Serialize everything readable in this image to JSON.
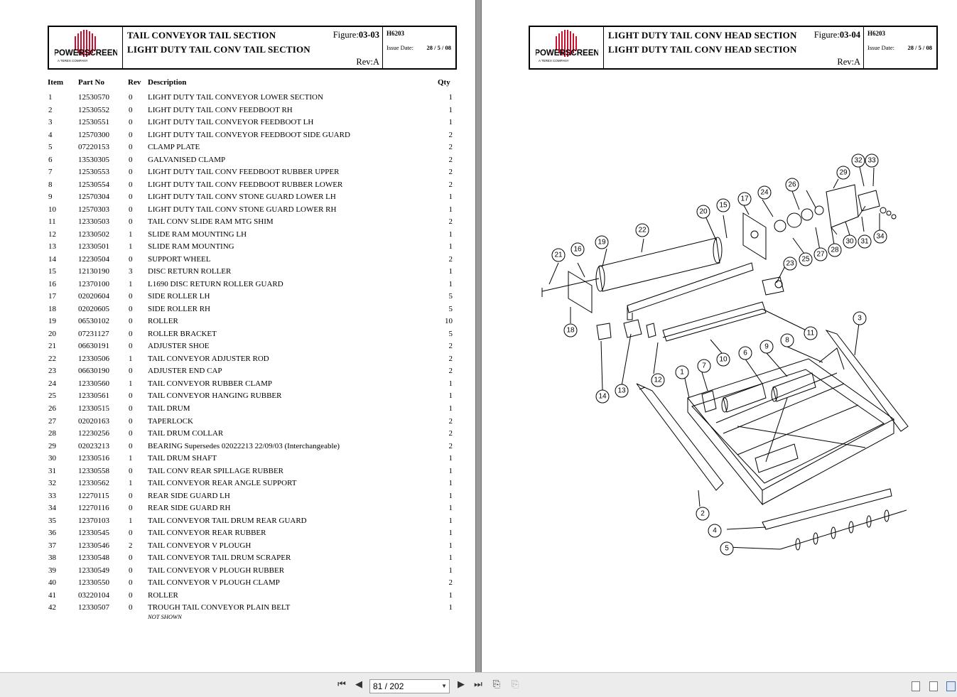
{
  "left": {
    "header": {
      "brand": "POWERSCREEN",
      "brand_sub": "A TEREX COMPANY",
      "title1": "TAIL CONVEYOR TAIL SECTION",
      "title2": "LIGHT DUTY TAIL CONV TAIL SECTION",
      "figure_label": "Figure:",
      "figure_no": "03-03",
      "rev": "Rev:A",
      "code": "H6203",
      "issue_label": "Issue Date:",
      "issue_date": "28 / 5 / 08"
    },
    "table": {
      "headers": {
        "item": "Item",
        "part": "Part No",
        "rev": "Rev",
        "desc": "Description",
        "qty": "Qty"
      },
      "rows": [
        [
          "1",
          "12530570",
          "0",
          "LIGHT DUTY TAIL CONVEYOR LOWER SECTION",
          "1"
        ],
        [
          "2",
          "12530552",
          "0",
          "LIGHT DUTY TAIL CONV FEEDBOOT RH",
          "1"
        ],
        [
          "3",
          "12530551",
          "0",
          "LIGHT DUTY TAIL CONVEYOR FEEDBOOT LH",
          "1"
        ],
        [
          "4",
          "12570300",
          "0",
          "LIGHT DUTY TAIL CONVEYOR FEEDBOOT SIDE GUARD",
          "2"
        ],
        [
          "5",
          "07220153",
          "0",
          "CLAMP PLATE",
          "2"
        ],
        [
          "6",
          "13530305",
          "0",
          "GALVANISED CLAMP",
          "2"
        ],
        [
          "7",
          "12530553",
          "0",
          " LIGHT DUTY TAIL CONV FEEDBOOT RUBBER UPPER",
          "2"
        ],
        [
          "8",
          "12530554",
          "0",
          "LIGHT DUTY TAIL CONV FEEDBOOT RUBBER LOWER",
          "2"
        ],
        [
          "9",
          "12570304",
          "0",
          "LIGHT DUTY TAIL CONV STONE GUARD LOWER LH",
          "1"
        ],
        [
          "10",
          "12570303",
          "0",
          "LIGHT DUTY TAIL CONV STONE GUARD LOWER RH",
          "1"
        ],
        [
          "11",
          "12330503",
          "0",
          "TAIL CONV SLIDE RAM MTG SHIM",
          "2"
        ],
        [
          "12",
          "12330502",
          "1",
          "SLIDE RAM MOUNTING LH",
          "1"
        ],
        [
          "13",
          "12330501",
          "1",
          "SLIDE RAM MOUNTING",
          "1"
        ],
        [
          "14",
          "12230504",
          "0",
          "SUPPORT WHEEL",
          "2"
        ],
        [
          "15",
          "12130190",
          "3",
          "DISC RETURN ROLLER",
          "1"
        ],
        [
          "16",
          "12370100",
          "1",
          "L1690 DISC RETURN ROLLER GUARD",
          "1"
        ],
        [
          "17",
          "02020604",
          "0",
          "SIDE ROLLER LH",
          "5"
        ],
        [
          "18",
          "02020605",
          "0",
          "SIDE ROLLER RH",
          "5"
        ],
        [
          "19",
          "06530102",
          "0",
          "ROLLER",
          "10"
        ],
        [
          "20",
          "07231127",
          "0",
          "ROLLER BRACKET",
          "5"
        ],
        [
          "21",
          "06630191",
          "0",
          "ADJUSTER SHOE",
          "2"
        ],
        [
          "22",
          "12330506",
          "1",
          "TAIL CONVEYOR ADJUSTER ROD",
          "2"
        ],
        [
          "23",
          "06630190",
          "0",
          "ADJUSTER END CAP",
          "2"
        ],
        [
          "24",
          "12330560",
          "1",
          "TAIL CONVEYOR RUBBER CLAMP",
          "1"
        ],
        [
          "25",
          "12330561",
          "0",
          "TAIL CONVEYOR HANGING RUBBER",
          "1"
        ],
        [
          "26",
          "12330515",
          "0",
          "TAIL DRUM",
          "1"
        ],
        [
          "27",
          "02020163",
          "0",
          "TAPERLOCK",
          "2"
        ],
        [
          "28",
          "12230256",
          "0",
          "TAIL DRUM COLLAR",
          "2"
        ],
        [
          "29",
          "02023213",
          "0",
          "BEARING Supersedes 02022213 22/09/03 (Interchangeable)",
          "2"
        ],
        [
          "30",
          "12330516",
          "1",
          "TAIL DRUM SHAFT",
          "1"
        ],
        [
          "31",
          "12330558",
          "0",
          "TAIL CONV REAR SPILLAGE RUBBER",
          "1"
        ],
        [
          "32",
          "12330562",
          "1",
          "TAIL CONVEYOR REAR ANGLE SUPPORT",
          "1"
        ],
        [
          "33",
          "12270115",
          "0",
          "REAR SIDE GUARD LH",
          "1"
        ],
        [
          "34",
          "12270116",
          "0",
          "REAR SIDE GUARD RH",
          "1"
        ],
        [
          "35",
          "12370103",
          "1",
          "TAIL CONVEYOR TAIL DRUM REAR GUARD",
          "1"
        ],
        [
          "36",
          "12330545",
          "0",
          "TAIL CONVEYOR REAR RUBBER",
          "1"
        ],
        [
          "37",
          "12330546",
          "2",
          "TAIL CONVEYOR V PLOUGH",
          "1"
        ],
        [
          "38",
          "12330548",
          "0",
          "TAIL CONVEYOR TAIL DRUM SCRAPER",
          "1"
        ],
        [
          "39",
          "12330549",
          "0",
          "TAIL CONVEYOR V PLOUGH RUBBER",
          "1"
        ],
        [
          "40",
          "12330550",
          "0",
          "TAIL CONVEYOR V PLOUGH CLAMP",
          "2"
        ],
        [
          "41",
          "03220104",
          "0",
          "ROLLER",
          "1"
        ],
        [
          "42",
          "12330507",
          "0",
          "TROUGH TAIL CONVEYOR PLAIN BELT",
          "1"
        ]
      ],
      "note": "NOT SHOWN"
    }
  },
  "right": {
    "header": {
      "brand": "POWERSCREEN",
      "brand_sub": "A TEREX COMPANY",
      "title1": "LIGHT DUTY TAIL CONV HEAD SECTION",
      "title2": "LIGHT DUTY TAIL CONV HEAD SECTION",
      "figure_label": "Figure:",
      "figure_no": "03-04",
      "rev": "Rev:A",
      "code": "H6203",
      "issue_label": "Issue Date:",
      "issue_date": "28 / 5 / 08"
    },
    "diagram": {
      "callouts": [
        "1",
        "2",
        "3",
        "4",
        "5",
        "6",
        "7",
        "8",
        "9",
        "10",
        "11",
        "12",
        "13",
        "14",
        "15",
        "16",
        "17",
        "18",
        "19",
        "20",
        "21",
        "22",
        "23",
        "24",
        "25",
        "26",
        "27",
        "28",
        "29",
        "30",
        "31",
        "32",
        "33",
        "34"
      ]
    }
  },
  "toolbar": {
    "page_indicator": "81 / 202",
    "icons": [
      "first-page-icon",
      "prev-page-icon",
      "next-page-icon",
      "last-page-icon",
      "previous-view-icon",
      "next-view-icon",
      "single-page-icon",
      "continuous-icon",
      "facing-pages-icon"
    ]
  }
}
